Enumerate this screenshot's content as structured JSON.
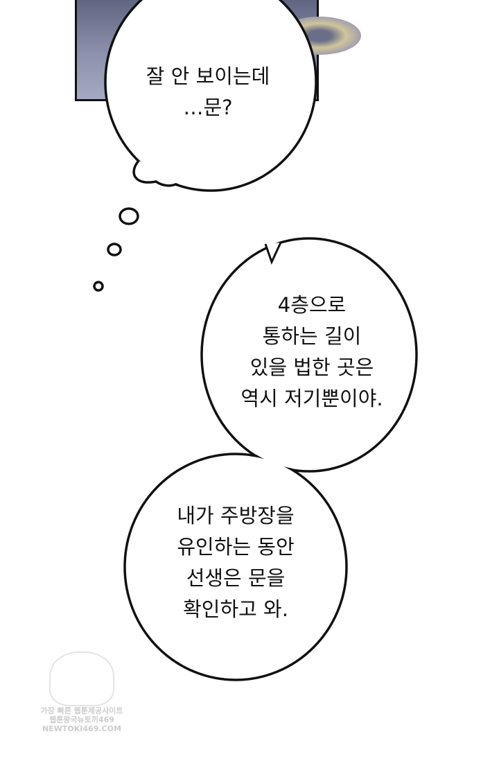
{
  "bubbles": {
    "top": {
      "lines": [
        "잘 안 보이는데",
        "…문?"
      ]
    },
    "middle": {
      "lines": [
        "4층으로",
        "통하는 길이",
        "있을 법한 곳은",
        "역시 저기뿐이야."
      ]
    },
    "bottom": {
      "lines": [
        "내가 주방장을",
        "유인하는 동안",
        "선생은 문을",
        "확인하고 와."
      ]
    }
  },
  "watermark": {
    "lines": [
      "가장 빠른 웹툰제공사이트",
      "웹툰왕국뉴토끼469",
      "NEWTOKI469.COM"
    ]
  }
}
